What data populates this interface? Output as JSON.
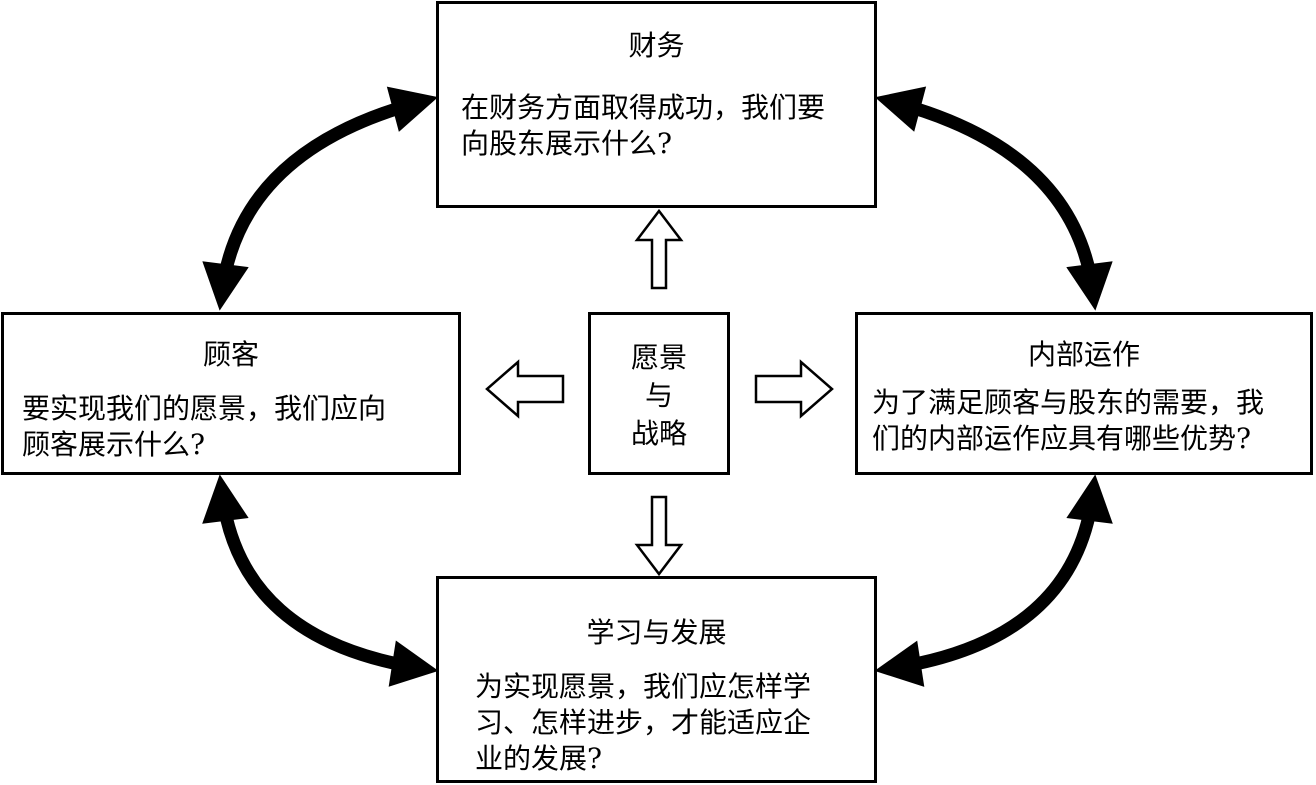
{
  "center": {
    "lines": "愿景\n与\n战略"
  },
  "finance": {
    "title": "财务",
    "question": "在财务方面取得成功，我们要\n向股东展示什么?"
  },
  "customer": {
    "title": "顾客",
    "question": "要实现我们的愿景，我们应向\n顾客展示什么?"
  },
  "internal": {
    "title": "内部运作",
    "question": "为了满足顾客与股东的需要，我\n们的内部运作应具有哪些优势?"
  },
  "learning": {
    "title": "学习与发展",
    "question": "为实现愿景，我们应怎样学\n习、怎样进步，才能适应企\n业的发展?"
  },
  "colors": {
    "stroke": "#000000",
    "fill": "#ffffff"
  }
}
